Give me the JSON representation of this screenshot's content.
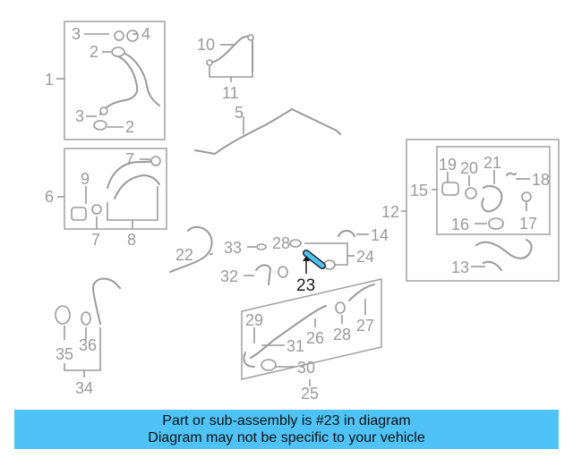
{
  "diagram": {
    "labels": {
      "l1": "1",
      "l2a": "2",
      "l2b": "2",
      "l3a": "3",
      "l3b": "3",
      "l4": "4",
      "l5": "5",
      "l6": "6",
      "l7a": "7",
      "l7b": "7",
      "l8": "8",
      "l9": "9",
      "l10": "10",
      "l11": "11",
      "l12": "12",
      "l13": "13",
      "l14": "14",
      "l15": "15",
      "l16": "16",
      "l17": "17",
      "l18": "18",
      "l19": "19",
      "l20": "20",
      "l21": "21",
      "l22": "22",
      "l23": "23",
      "l24": "24",
      "l25": "25",
      "l26": "26",
      "l27": "27",
      "l28a": "28",
      "l28b": "28",
      "l29": "29",
      "l30": "30",
      "l31": "31",
      "l32": "32",
      "l33": "33",
      "l34": "34",
      "l35": "35",
      "l36": "36"
    },
    "highlight_color": "#4fc3f7"
  },
  "banner": {
    "line1": "Part or sub-assembly is #23 in diagram",
    "line2": "Diagram may not be specific to your vehicle",
    "background": "#4fc3f7"
  }
}
